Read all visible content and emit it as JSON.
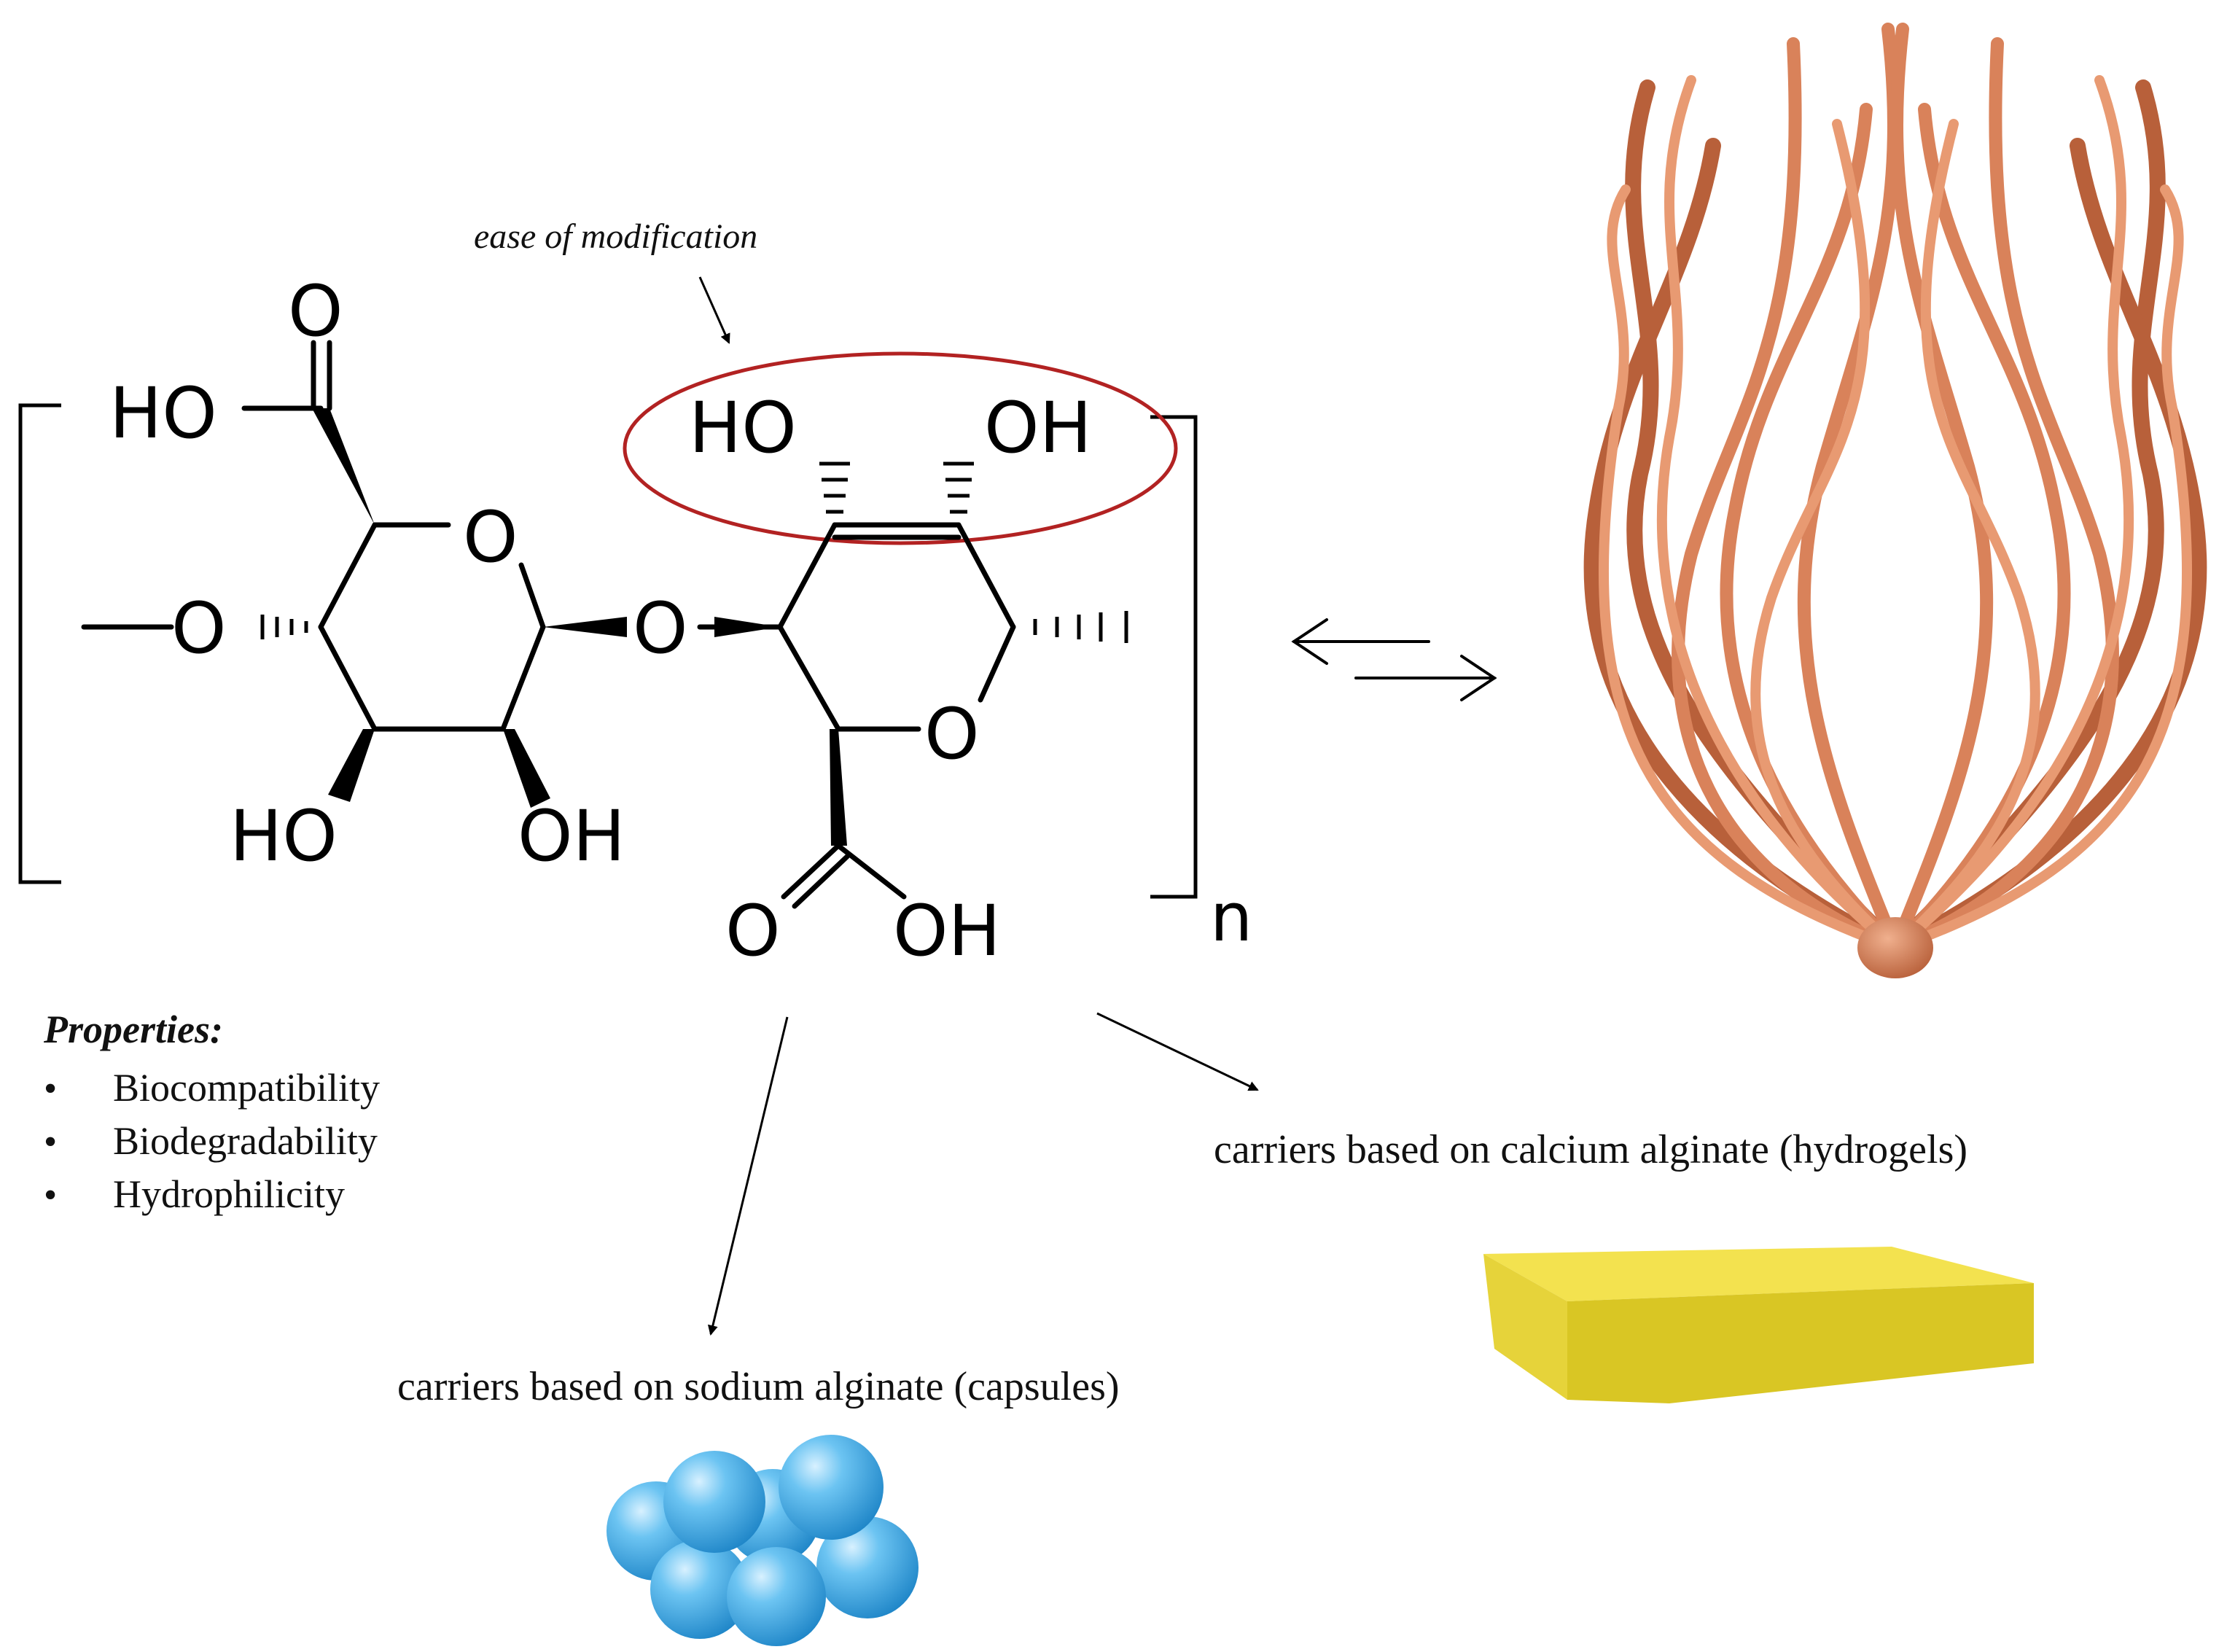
{
  "annotation": {
    "text": "ease of modification"
  },
  "structure": {
    "atoms": {
      "ring1_o": "O",
      "ring2_o": "O",
      "glycosidic_o": "O",
      "linker_o": "O",
      "c1_carbonyl_o": "O",
      "c1_ho": "HO",
      "r1_ho": "HO",
      "r1_oh": "OH",
      "r2_ho": "HO",
      "r2_oh": "OH",
      "c2_carbonyl_o": "O",
      "c2_oh": "OH"
    },
    "subscript": "n"
  },
  "properties": {
    "title": "Properties:",
    "bullet": "•",
    "items": [
      "Biocompatibility",
      "Biodegradability",
      "Hydrophilicity"
    ]
  },
  "carriers": {
    "sodium": "carriers based on sodium alginate (capsules)",
    "calcium": "carriers based on calcium alginate (hydrogels)"
  },
  "colors": {
    "ellipse": "#b22222",
    "ribbon": "#d9825a",
    "ribbon_dark": "#b8603a",
    "sphere": "#3fa9e6",
    "block_top": "#f3e24f",
    "block_front": "#e8d62a"
  }
}
